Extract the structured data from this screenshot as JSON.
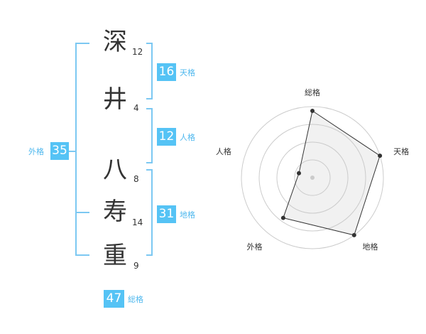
{
  "name": {
    "chars": [
      {
        "char": "深",
        "strokes": "12"
      },
      {
        "char": "井",
        "strokes": "4"
      },
      {
        "char": "八",
        "strokes": "8"
      },
      {
        "char": "寿",
        "strokes": "14"
      },
      {
        "char": "重",
        "strokes": "9"
      }
    ]
  },
  "fortune": {
    "ten": {
      "value": "16",
      "label": "天格"
    },
    "jin": {
      "value": "12",
      "label": "人格"
    },
    "chi": {
      "value": "31",
      "label": "地格"
    },
    "gai": {
      "value": "35",
      "label": "外格"
    },
    "sou": {
      "value": "47",
      "label": "総格"
    }
  },
  "colors": {
    "accent": "#55c3f5",
    "bracket": "#7cc8f2"
  },
  "chart_data": {
    "type": "radar",
    "axes": [
      "総格",
      "天格",
      "地格",
      "外格",
      "人格"
    ],
    "values": [
      4.7,
      5,
      5,
      3.5,
      1
    ],
    "rmax": 5,
    "rings": 4
  }
}
